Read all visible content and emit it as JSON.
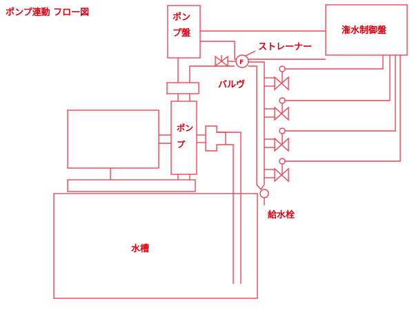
{
  "title": "ポンプ連動 フロー図",
  "labels": {
    "pump_panel": "ポンプ盤",
    "irrigation_panel": "潅水制御盤",
    "strainer": "ストレーナー",
    "strainer_symbol": "F",
    "valve": "バルヴ",
    "pump": "ポンプ",
    "hydrant": "給水栓",
    "tank": "水槽"
  },
  "colors": {
    "line": "#ee4455",
    "text": "#dd0011",
    "background": "#ffffff"
  }
}
